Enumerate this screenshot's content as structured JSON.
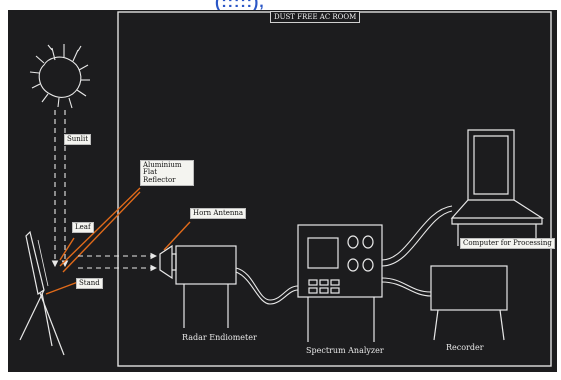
{
  "page_top_fragment": "(:::::),",
  "room_title": "DUST FREE AC ROOM",
  "labels": {
    "sun": "Sunlit",
    "leaf": "Leaf",
    "stand": "Stand",
    "reflector": "Aluminium Flat Reflector",
    "antenna": "Horn Antenna",
    "computer": "Computer for Processing"
  },
  "captions": {
    "radar": "Radar Endiometer",
    "analyzer": "Spectrum Analyzer",
    "recorder": "Recorder"
  },
  "colors": {
    "background": "#1c1c1e",
    "line": "#e8e8e8",
    "pointer": "#e06a1a"
  }
}
